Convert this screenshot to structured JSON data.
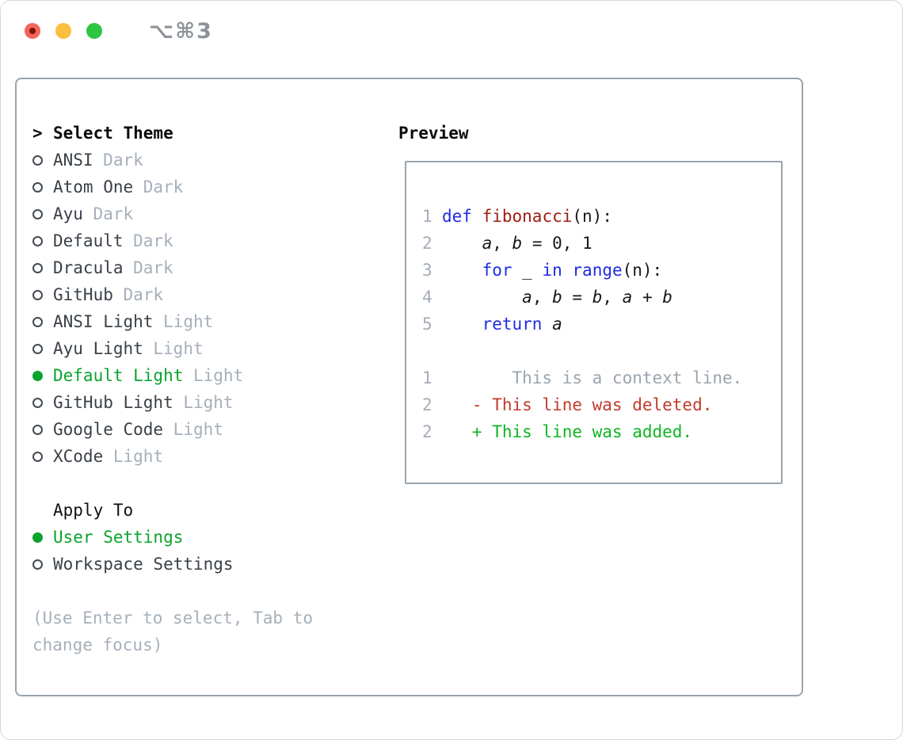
{
  "window": {
    "shortcut_label": "⌥⌘3",
    "traffic_lights": [
      "close",
      "minimize",
      "zoom"
    ]
  },
  "theme_menu": {
    "cursor": ">",
    "title": "Select Theme",
    "items": [
      {
        "name": "ANSI",
        "variant": "Dark",
        "selected": false
      },
      {
        "name": "Atom One",
        "variant": "Dark",
        "selected": false
      },
      {
        "name": "Ayu",
        "variant": "Dark",
        "selected": false
      },
      {
        "name": "Default",
        "variant": "Dark",
        "selected": false
      },
      {
        "name": "Dracula",
        "variant": "Dark",
        "selected": false
      },
      {
        "name": "GitHub",
        "variant": "Dark",
        "selected": false
      },
      {
        "name": "ANSI Light",
        "variant": "Light",
        "selected": false
      },
      {
        "name": "Ayu Light",
        "variant": "Light",
        "selected": false
      },
      {
        "name": "Default Light",
        "variant": "Light",
        "selected": true
      },
      {
        "name": "GitHub Light",
        "variant": "Light",
        "selected": false
      },
      {
        "name": "Google Code",
        "variant": "Light",
        "selected": false
      },
      {
        "name": "XCode",
        "variant": "Light",
        "selected": false
      }
    ]
  },
  "apply_to": {
    "title": "Apply To",
    "options": [
      {
        "name": "User Settings",
        "selected": true
      },
      {
        "name": "Workspace Settings",
        "selected": false
      }
    ]
  },
  "help": {
    "lines": [
      "(Use Enter to select, Tab to",
      "change focus)"
    ]
  },
  "preview": {
    "title": "Preview",
    "code_lines": [
      {
        "num": "1",
        "tokens": [
          [
            "def",
            "kw"
          ],
          [
            " ",
            "pl"
          ],
          [
            "fibonacci",
            "fn"
          ],
          [
            "(n):",
            "pl"
          ]
        ]
      },
      {
        "num": "2",
        "tokens": [
          [
            "    ",
            "pl"
          ],
          [
            "a",
            "var"
          ],
          [
            ", ",
            "pl"
          ],
          [
            "b",
            "var"
          ],
          [
            " = 0, 1",
            "pl"
          ]
        ]
      },
      {
        "num": "3",
        "tokens": [
          [
            "    ",
            "pl"
          ],
          [
            "for",
            "kw"
          ],
          [
            " _ ",
            "pl"
          ],
          [
            "in",
            "kw"
          ],
          [
            " ",
            "pl"
          ],
          [
            "range",
            "kw"
          ],
          [
            "(n):",
            "pl"
          ]
        ]
      },
      {
        "num": "4",
        "tokens": [
          [
            "        ",
            "pl"
          ],
          [
            "a",
            "var"
          ],
          [
            ", ",
            "pl"
          ],
          [
            "b",
            "var"
          ],
          [
            " = ",
            "pl"
          ],
          [
            "b",
            "var"
          ],
          [
            ", ",
            "pl"
          ],
          [
            "a",
            "var"
          ],
          [
            " + ",
            "pl"
          ],
          [
            "b",
            "var"
          ]
        ]
      },
      {
        "num": "5",
        "tokens": [
          [
            "    ",
            "pl"
          ],
          [
            "return",
            "kw"
          ],
          [
            " ",
            "pl"
          ],
          [
            "a",
            "var"
          ]
        ]
      },
      {
        "num": "",
        "tokens": []
      },
      {
        "num": "1",
        "tokens": [
          [
            "       This is a context line.",
            "ctx"
          ]
        ]
      },
      {
        "num": "2",
        "tokens": [
          [
            "   - This line was deleted.",
            "del"
          ]
        ]
      },
      {
        "num": "2",
        "tokens": [
          [
            "   + This line was added.",
            "add"
          ]
        ]
      }
    ]
  },
  "colors": {
    "accent_green": "#0aa32e",
    "keyword_blue": "#1e2be4",
    "function_red": "#a21c12",
    "diff_deleted_red": "#c23b2a",
    "diff_added_green": "#0fb422",
    "muted_gray": "#a6afba",
    "line_number_gray": "#a3adb8",
    "panel_border_gray": "#9aa3ad",
    "traffic_red": "#f2655c",
    "traffic_yellow": "#fcbe3f",
    "traffic_green": "#2dc643"
  }
}
